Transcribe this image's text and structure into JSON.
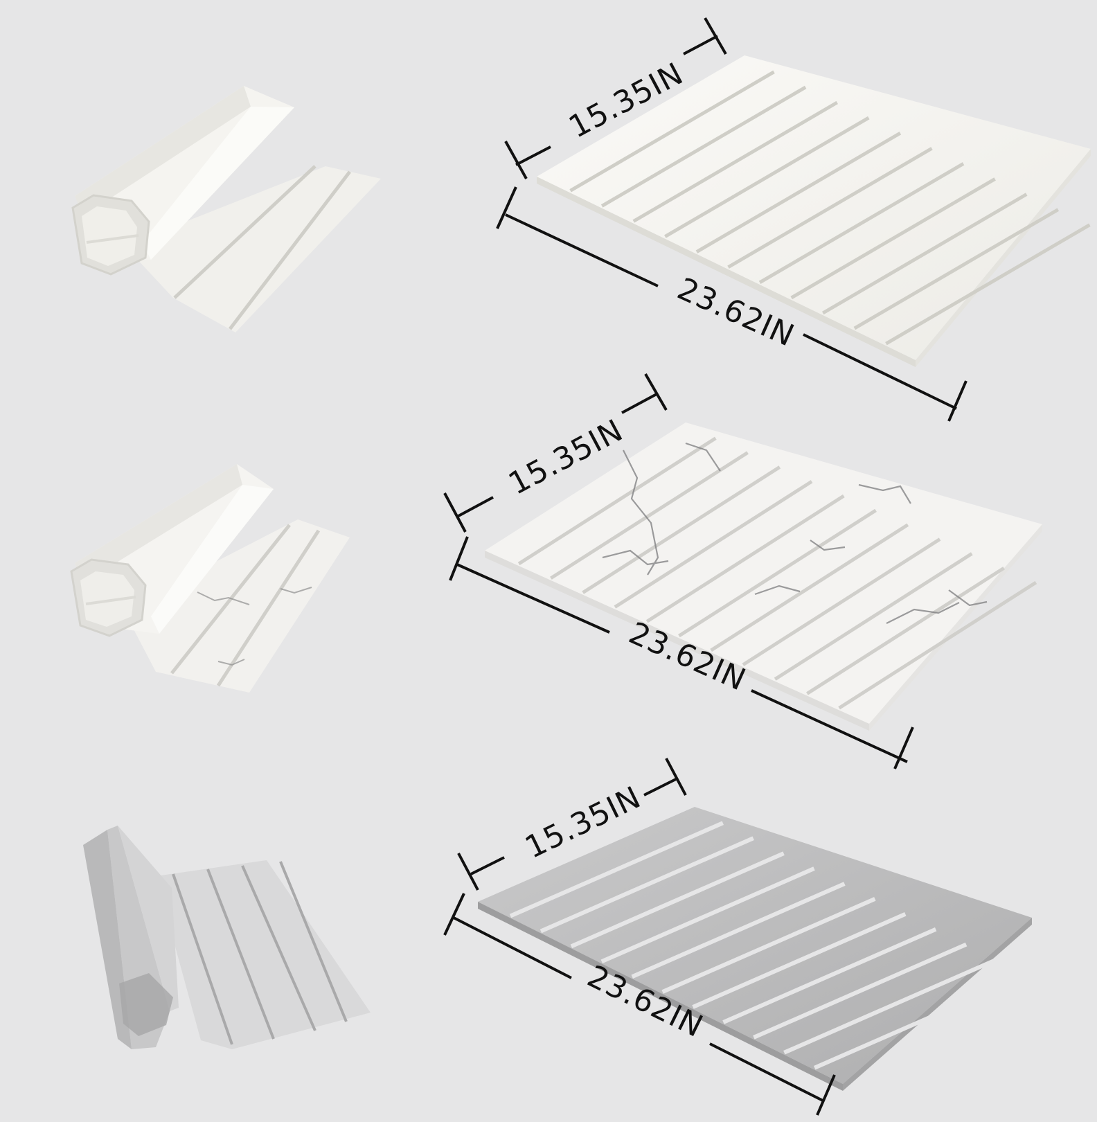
{
  "colors": {
    "background": "#e6e6e7",
    "mat_white": "#f3f2ee",
    "mat_marble": "#f2f1ef",
    "mat_gray": "#b9b9ba",
    "slot": "#c9c8c3",
    "dimension_line": "#111111"
  },
  "products": [
    {
      "variant": "white",
      "width_label": "15.35IN",
      "length_label": "23.62IN"
    },
    {
      "variant": "marble",
      "width_label": "15.35IN",
      "length_label": "23.62IN"
    },
    {
      "variant": "gray",
      "width_label": "15.35IN",
      "length_label": "23.62IN"
    }
  ]
}
